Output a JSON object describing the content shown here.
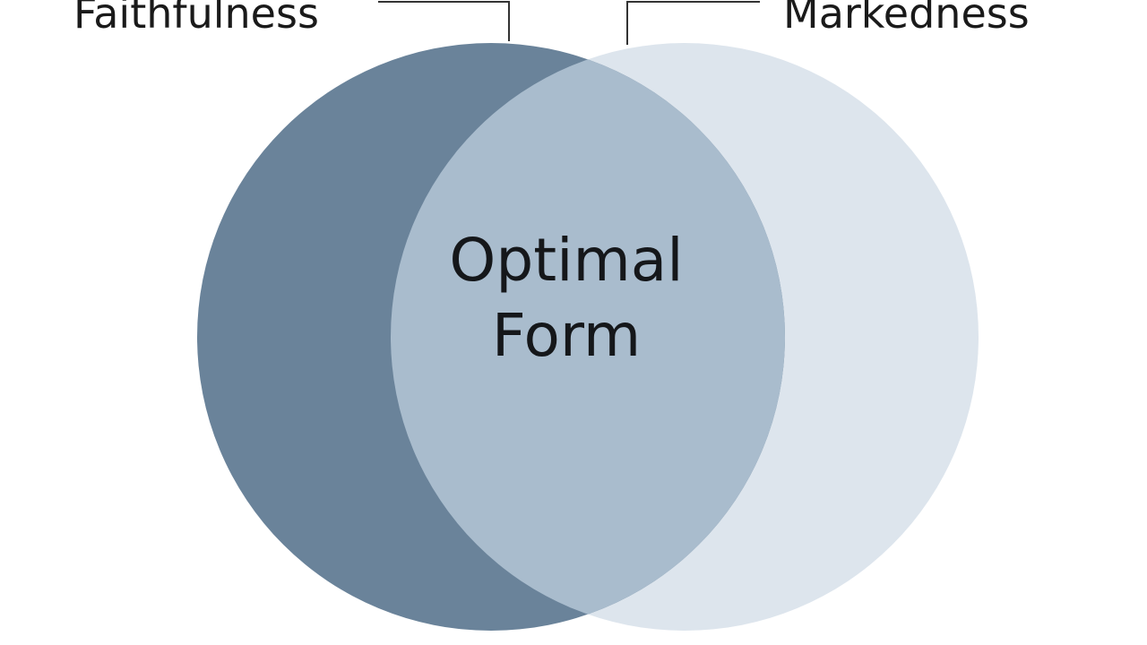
{
  "diagram": {
    "left_set_label": "Faithfulness",
    "right_set_label": "Markedness",
    "intersection_label_line1": "Optimal",
    "intersection_label_line2": "Form"
  },
  "colors": {
    "background": "#ffffff",
    "left_circle": "#6a839a",
    "right_circle": "#dde5ed",
    "intersection": "#a9bccd",
    "leader_line": "#333333",
    "text": "#1a1a1a"
  }
}
